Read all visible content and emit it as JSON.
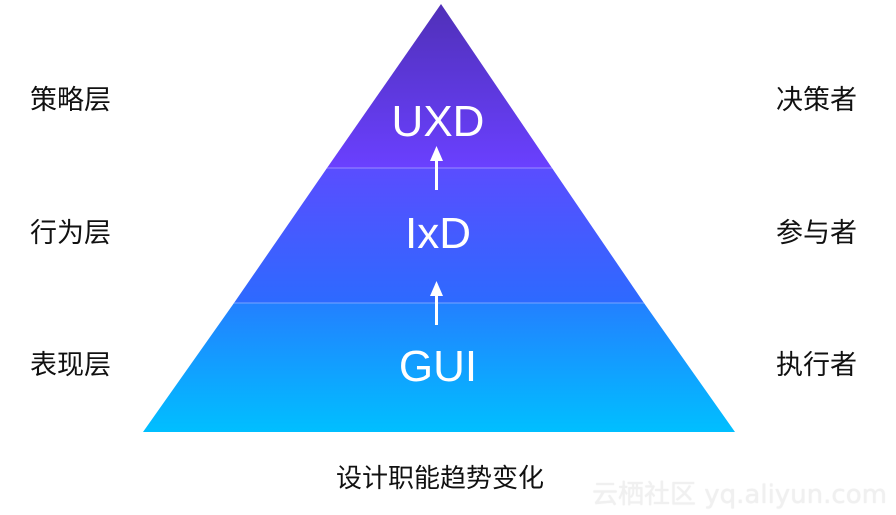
{
  "levels": [
    {
      "left": "策略层",
      "center": "UXD",
      "right": "决策者"
    },
    {
      "left": "行为层",
      "center": "IxD",
      "right": "参与者"
    },
    {
      "left": "表现层",
      "center": "GUI",
      "right": "执行者"
    }
  ],
  "caption": "设计职能趋势变化",
  "watermark": "云栖社区 yq.aliyun.com",
  "colors": {
    "top": "#5030b8",
    "mid_top": "#6a40ff",
    "mid": "#4a58ff",
    "bottom_top": "#2080ff",
    "bottom": "#00bfff"
  }
}
